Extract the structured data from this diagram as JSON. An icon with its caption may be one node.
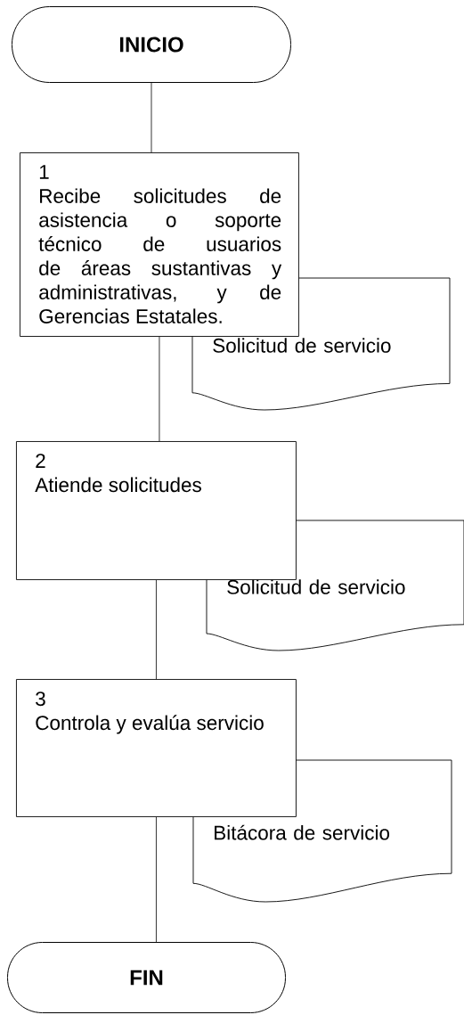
{
  "diagram": {
    "nodes": [
      {
        "text": [
          "INICIO"
        ]
      },
      {
        "text": [
          "1",
          "Recibe solicitudes de asistencia o soporte técnico de usuarios de áreas sustantivas y administrativas, y de Gerencias Estatales."
        ]
      },
      {
        "text": [
          "Solicitud de servicio"
        ]
      },
      {
        "text": [
          "2",
          "Atiende solicitudes"
        ]
      },
      {
        "text": [
          "Solicitud de servicio"
        ]
      },
      {
        "text": [
          "3",
          "Controla y evalúa servicio"
        ]
      },
      {
        "text": [
          "Bitácora de servicio"
        ]
      },
      {
        "text": [
          "FIN"
        ]
      }
    ],
    "edges": [
      {
        "from": 0,
        "to": 1,
        "arrow": "none"
      },
      {
        "from": 1,
        "to": 3,
        "arrow": "none"
      },
      {
        "from": 3,
        "to": 5,
        "arrow": "none"
      },
      {
        "from": 5,
        "to": 7,
        "arrow": "none"
      }
    ]
  }
}
